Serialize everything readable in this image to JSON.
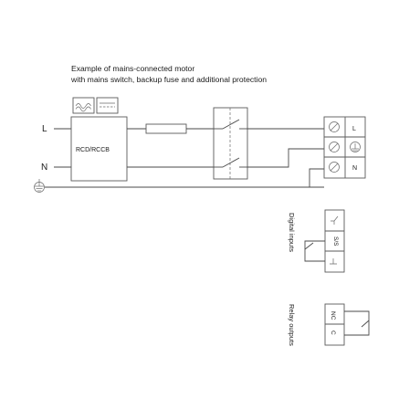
{
  "caption": {
    "line1": "Example of mains-connected motor",
    "line2": "with mains switch, backup fuse and additional protection"
  },
  "lines": {
    "L": "L",
    "N": "N"
  },
  "rcd": {
    "label": "RCD/RCCB"
  },
  "motor_terminals": {
    "L": "L",
    "N": "N"
  },
  "digital_inputs": {
    "title": "Digital inputs",
    "ss": "S/S"
  },
  "relay_outputs": {
    "title": "Relay outputs",
    "nc": "NC",
    "c": "C"
  },
  "icons": [
    "ac-waveform-icon",
    "dc-icon",
    "ground-icon",
    "protective-earth-icon",
    "screw-terminal-icon"
  ]
}
